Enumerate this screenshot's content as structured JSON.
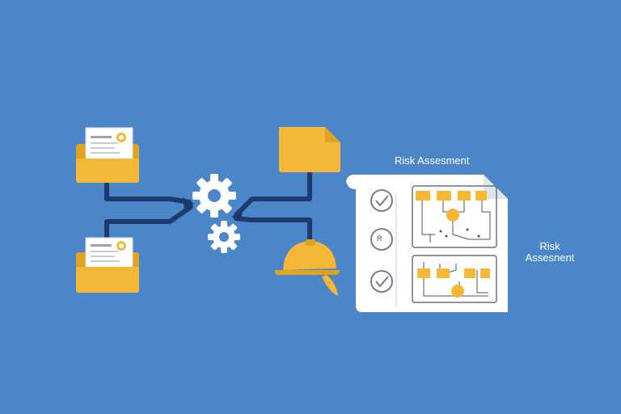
{
  "labels": {
    "doc_title": "Risk Assesment",
    "side_title_line1": "Risk",
    "side_title_line2": "Assesnent",
    "check_middle_glyph": "R"
  },
  "colors": {
    "background": "#4a86c8",
    "folder": "#f5b836",
    "folder_dark": "#e0a321",
    "connector": "#1e3a6e",
    "gear": "#ffffff",
    "paper": "#ffffff",
    "hardhat": "#f5b836"
  },
  "icons": [
    "folder-icon",
    "folder-icon",
    "gear-icon",
    "gear-icon",
    "folder-icon",
    "hardhat-icon",
    "checkmark-icon",
    "document-icon"
  ]
}
